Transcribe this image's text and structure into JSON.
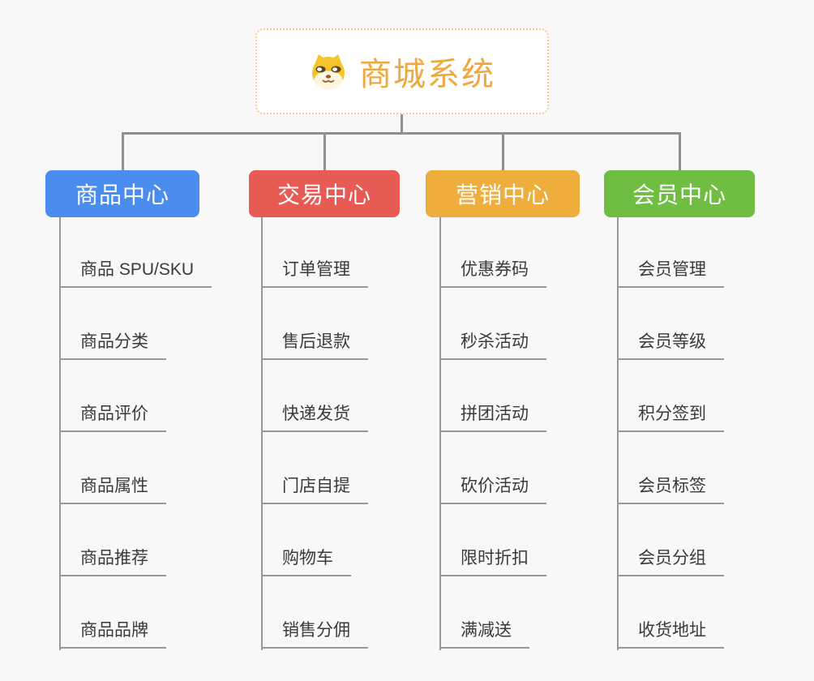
{
  "canvas": {
    "background": "#f8f8f8",
    "connector_color": "#8f8f8f",
    "child_line_color": "#999999",
    "child_text_color": "#3a3a3a"
  },
  "root": {
    "title": "商城系统",
    "icon": "dog-face-icon",
    "title_color": "#f0a73b",
    "border_color": "#f5cd8d",
    "background": "#ffffff"
  },
  "branches": [
    {
      "label": "商品中心",
      "color": "#4a8dee",
      "children": [
        "商品 SPU/SKU",
        "商品分类",
        "商品评价",
        "商品属性",
        "商品推荐",
        "商品品牌"
      ]
    },
    {
      "label": "交易中心",
      "color": "#e85b55",
      "children": [
        "订单管理",
        "售后退款",
        "快递发货",
        "门店自提",
        "购物车",
        "销售分佣"
      ]
    },
    {
      "label": "营销中心",
      "color": "#eead3d",
      "children": [
        "优惠券码",
        "秒杀活动",
        "拼团活动",
        "砍价活动",
        "限时折扣",
        "满减送"
      ]
    },
    {
      "label": "会员中心",
      "color": "#70bd43",
      "children": [
        "会员管理",
        "会员等级",
        "积分签到",
        "会员标签",
        "会员分组",
        "收货地址"
      ]
    }
  ]
}
